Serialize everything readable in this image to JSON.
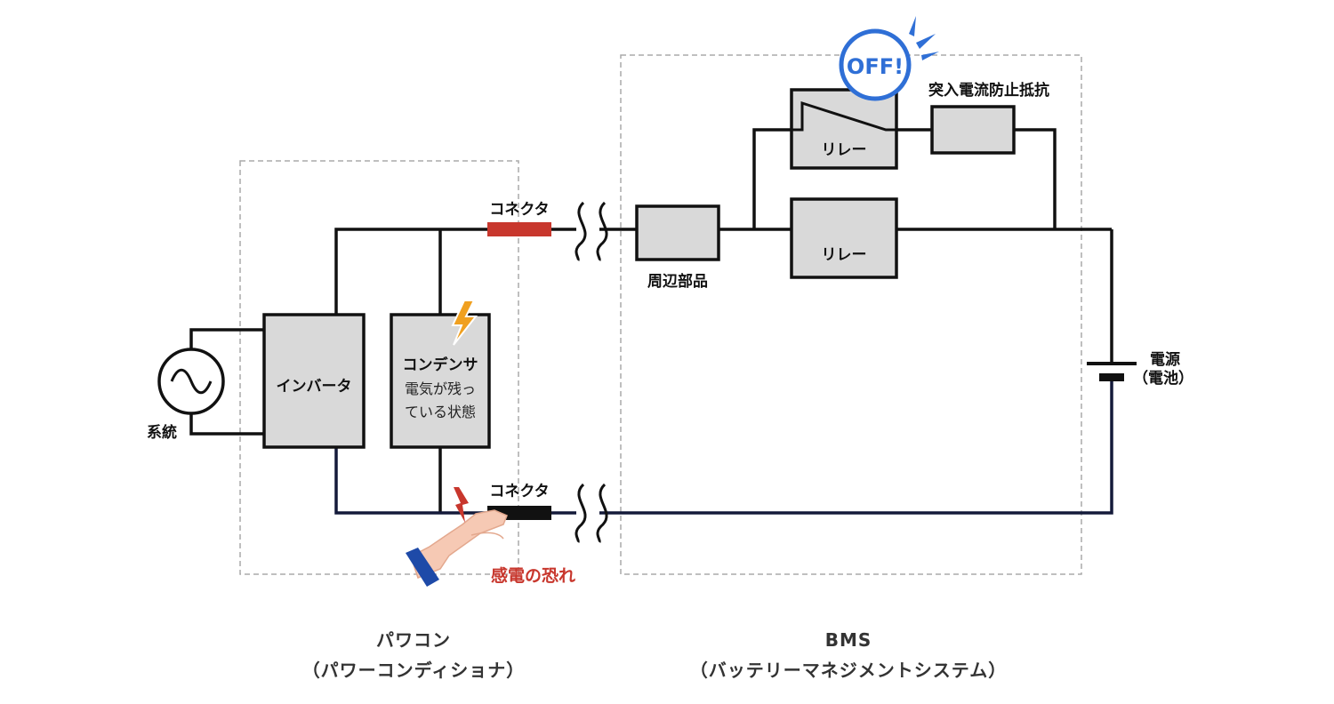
{
  "diagram": {
    "source_label": "系統",
    "inverter_label": "インバータ",
    "capacitor": {
      "title": "コンデンサ",
      "desc_line1": "電気が残っ",
      "desc_line2": "ている状態"
    },
    "connector_top_label": "コネクタ",
    "connector_bottom_label": "コネクタ",
    "shock_warning": "感電の恐れ",
    "peripheral_label": "周辺部品",
    "relay_top_label": "リレー",
    "relay_bottom_label": "リレー",
    "resistor_label": "突入電流防止抵抗",
    "off_badge": "OFF!",
    "battery_label_line1": "電源",
    "battery_label_line2": "（電池）",
    "pcs_section": {
      "line1": "パワコン",
      "line2": "（パワーコンディショナ）"
    },
    "bms_section": {
      "line1": "BMS",
      "line2": "（バッテリーマネジメントシステム）"
    },
    "colors": {
      "positive_line": "#111111",
      "negative_line": "#141a3a",
      "connector_positive": "#c8372d",
      "connector_negative": "#111111",
      "component_fill": "#d9d9d9",
      "warning_text": "#c8372d",
      "off_badge": "#2f6fd6",
      "bolt": "#f0a020"
    }
  }
}
